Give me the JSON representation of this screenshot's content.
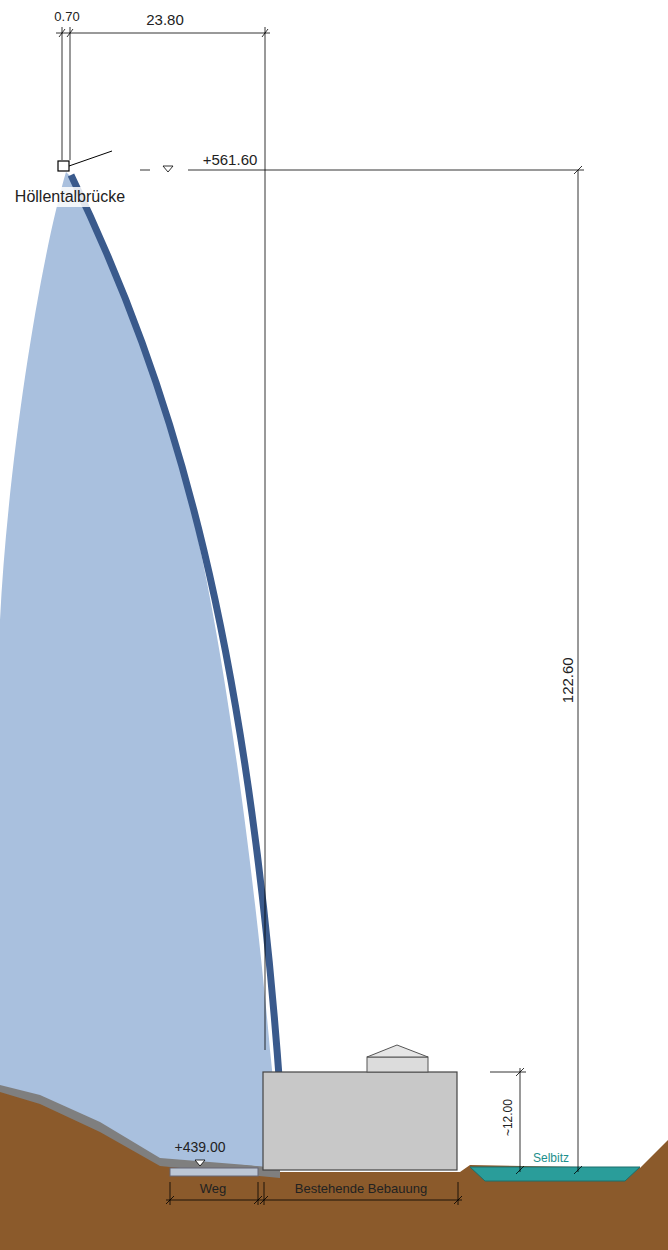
{
  "diagram": {
    "labels": [
      "0.70",
      "23.80",
      "+561.60",
      "Höllentalbrücke",
      "122.60",
      "~12.00",
      "+439.00",
      "Selbitz",
      "Weg",
      "Bestehende Bebauung"
    ]
  }
}
